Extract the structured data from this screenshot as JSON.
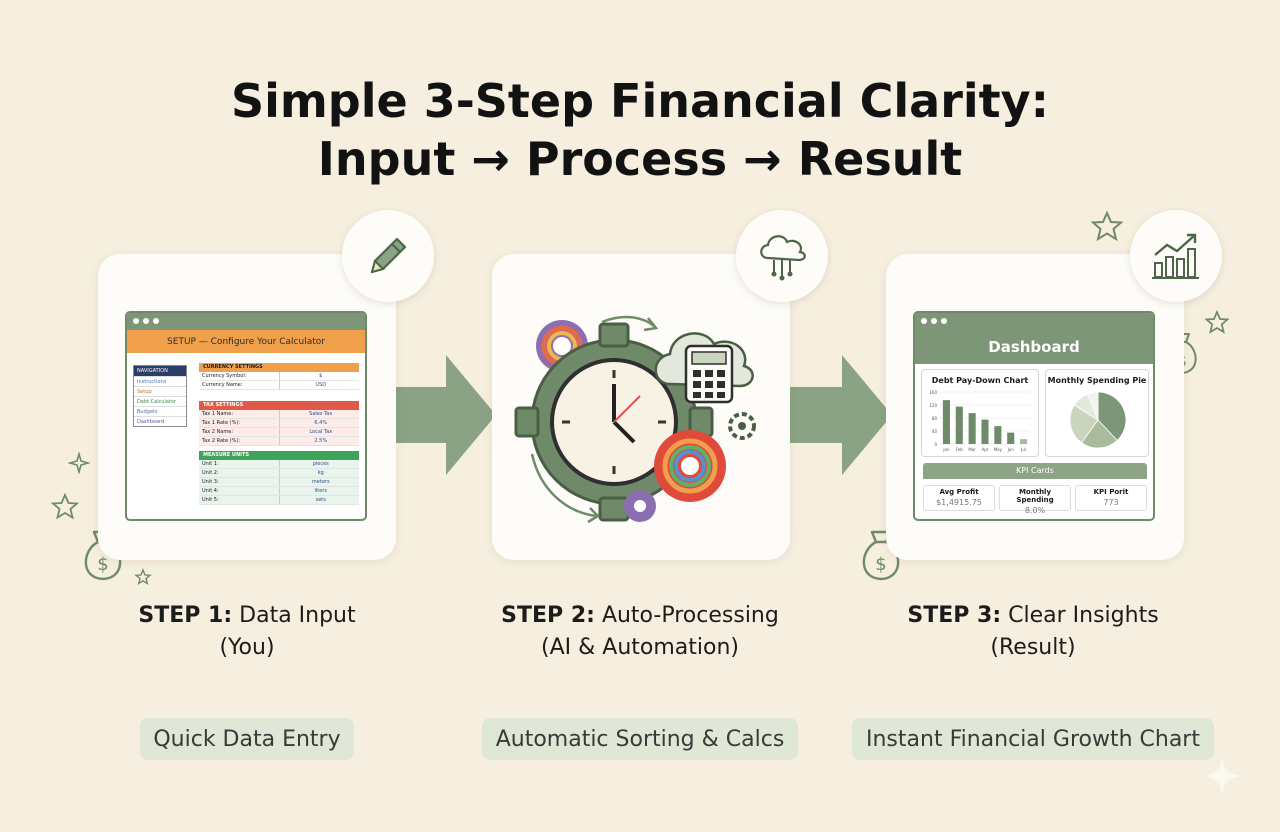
{
  "title": {
    "line1": "Simple 3-Step Financial Clarity:",
    "line2": "Input → Process → Result"
  },
  "colors": {
    "background": "#f6efdf",
    "card": "#fdfcf8",
    "accent_green": "#7d9677",
    "pill": "#dfe7d6",
    "setup_orange": "#f0a04b"
  },
  "step1": {
    "icon": "pencil-icon",
    "window": {
      "banner": "SETUP — Configure Your Calculator",
      "nav_items": [
        "NAVIGATION",
        "Instructions",
        "Setup",
        "Debt Calculator",
        "Budgets",
        "Dashboard"
      ],
      "currency": {
        "header": "CURRENCY SETTINGS",
        "rows": [
          {
            "label": "Currency Symbol:",
            "value": "$"
          },
          {
            "label": "Currency Name:",
            "value": "USD"
          }
        ]
      },
      "tax": {
        "header": "TAX SETTINGS",
        "rows": [
          {
            "label": "Tax 1 Name:",
            "value": "Sales Tax"
          },
          {
            "label": "Tax 1 Rate (%):",
            "value": "6.4%"
          },
          {
            "label": "Tax 2 Name:",
            "value": "Local Tax"
          },
          {
            "label": "Tax 2 Rate (%):",
            "value": "2.5%"
          }
        ]
      },
      "units": {
        "header": "MEASURE UNITS",
        "rows": [
          {
            "label": "Unit 1:",
            "value": "pieces"
          },
          {
            "label": "Unit 2:",
            "value": "kg"
          },
          {
            "label": "Unit 3:",
            "value": "meters"
          },
          {
            "label": "Unit 4:",
            "value": "liters"
          },
          {
            "label": "Unit 5:",
            "value": "sets"
          }
        ]
      }
    },
    "label_bold": "STEP 1:",
    "label_rest": "Data Input",
    "label_sub": "(You)",
    "pill": "Quick Data Entry"
  },
  "step2": {
    "icon": "cloud-network-icon",
    "illustration_icons": [
      "gear-icon",
      "clock-icon",
      "cloud-icon",
      "calculator-icon",
      "rainbow-gear-icon"
    ],
    "label_bold": "STEP 2:",
    "label_rest": "Auto-Processing",
    "label_sub": "(AI & Automation)",
    "pill": "Automatic Sorting & Calcs"
  },
  "step3": {
    "icon": "growth-chart-icon",
    "dashboard": {
      "title": "Dashboard",
      "bar_chart_title": "Debt Pay-Down Chart",
      "pie_chart_title": "Monthly Spending Pie",
      "kpi_header": "KPI Cards",
      "kpis": [
        {
          "label": "Avg Profit",
          "value": "$1,4915.75"
        },
        {
          "label": "Monthly Spending",
          "value": "8.0%"
        },
        {
          "label": "KPI Porit",
          "value": "773"
        }
      ]
    },
    "label_bold": "STEP 3:",
    "label_rest": "Clear Insights",
    "label_sub": "(Result)",
    "pill": "Instant Financial Growth Chart"
  },
  "chart_data": [
    {
      "type": "bar",
      "title": "Debt Pay-Down Chart",
      "categories": [
        "Jan",
        "Feb",
        "Mar",
        "Apr",
        "May",
        "Jun",
        "Jul"
      ],
      "values": [
        135,
        115,
        95,
        75,
        55,
        35,
        15
      ],
      "yticks": [
        0,
        40,
        80,
        120,
        160
      ],
      "ylim": [
        0,
        160
      ]
    },
    {
      "type": "pie",
      "title": "Monthly Spending Pie",
      "values": [
        38,
        22,
        24,
        10,
        6
      ],
      "colors": [
        "#7d9677",
        "#a9bb9c",
        "#c9d5bd",
        "#e3e9db",
        "#f1f4ec"
      ]
    }
  ]
}
